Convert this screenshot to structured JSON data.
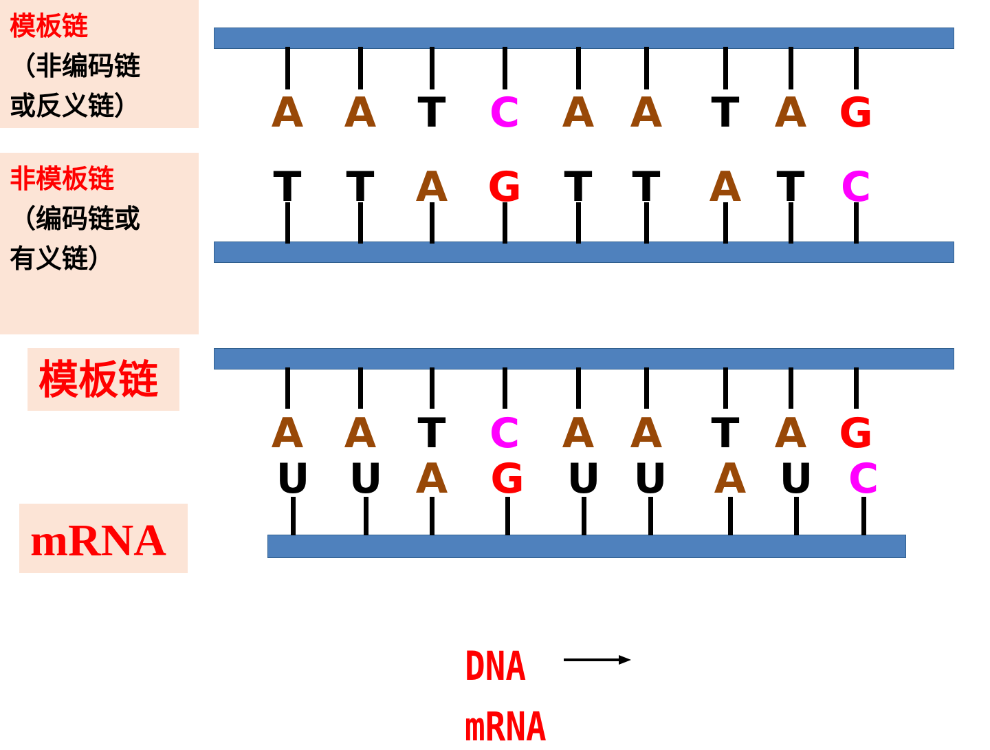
{
  "colors": {
    "label_bg": "#fce4d6",
    "strand": "#4f81bd",
    "A": "#984807",
    "T": "#000000",
    "C": "#ff00ff",
    "G": "#ff0000",
    "U": "#000000",
    "label_red": "#ff0000"
  },
  "labels": {
    "template_1": {
      "title": "模板链",
      "line2": "（非编码链",
      "line3": "或反义链）"
    },
    "nontemplate": {
      "title": "非模板链",
      "line2": "（编码链或",
      "line3": "有义链）"
    },
    "template_2": "模板链",
    "mrna": "mRNA"
  },
  "panel1": {
    "template_bases": [
      "A",
      "A",
      "T",
      "C",
      "A",
      "A",
      "T",
      "A",
      "G"
    ],
    "nontemplate_bases": [
      "T",
      "T",
      "A",
      "G",
      "T",
      "T",
      "A",
      "T",
      "C"
    ]
  },
  "panel2": {
    "template_bases": [
      "A",
      "A",
      "T",
      "C",
      "A",
      "A",
      "T",
      "A",
      "G"
    ],
    "mrna_bases": [
      "U",
      "U",
      "A",
      "G",
      "U",
      "U",
      "A",
      "U",
      "C"
    ]
  },
  "bottom": {
    "line1": "DNA",
    "line2": "mRNA"
  }
}
